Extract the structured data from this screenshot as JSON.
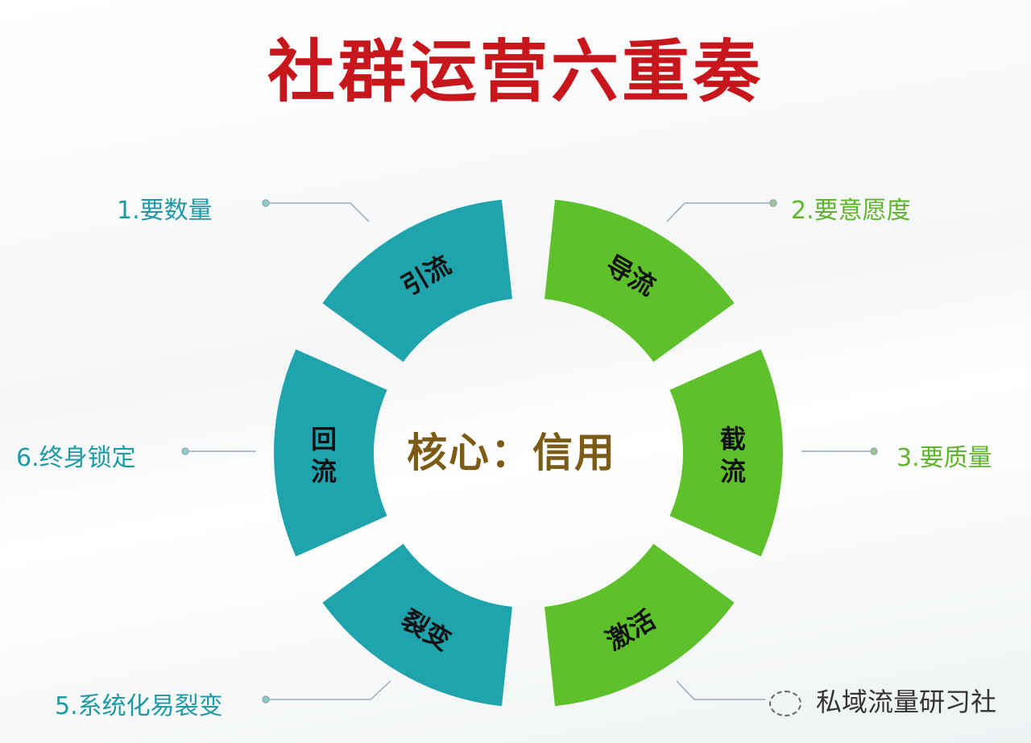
{
  "title": "社群运营六重奏",
  "center": "核心：信用",
  "colors": {
    "title": "#c8161d",
    "teal": "#1fa3ad",
    "green": "#5ec12c",
    "center": "#7b5b16"
  },
  "segments": [
    {
      "label": "引流",
      "color": "#1fa3ad",
      "note": "1.要数量"
    },
    {
      "label": "导流",
      "color": "#5ec12c",
      "note": "2.要意愿度"
    },
    {
      "label": "截流",
      "color": "#5ec12c",
      "note": "3.要质量"
    },
    {
      "label": "激活",
      "color": "#5ec12c",
      "note": ""
    },
    {
      "label": "裂变",
      "color": "#1fa3ad",
      "note": "5.系统化易裂变"
    },
    {
      "label": "回流",
      "color": "#1fa3ad",
      "note": "6.终身锁定"
    }
  ],
  "watermark": "私域流量研习社"
}
